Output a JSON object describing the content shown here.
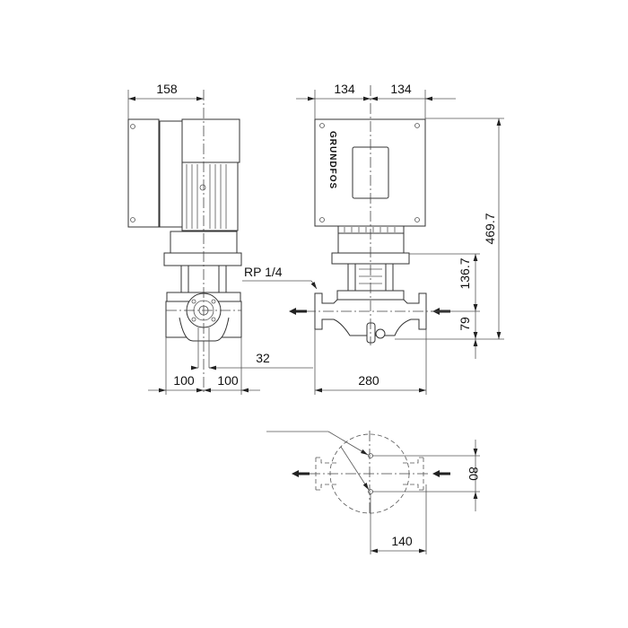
{
  "dimensions": {
    "side_width": "158",
    "front_half_left": "134",
    "front_half_right": "134",
    "total_height": "469.7",
    "pump_height": "136.7",
    "axis_height": "79",
    "offset": "32",
    "base_left": "100",
    "base_right": "100",
    "port_to_port": "280",
    "foot_spacing": "80",
    "foot_distance": "140"
  },
  "labels": {
    "pressure_port": "RP 1/4",
    "brand_logo": "GRUNDFOS"
  }
}
